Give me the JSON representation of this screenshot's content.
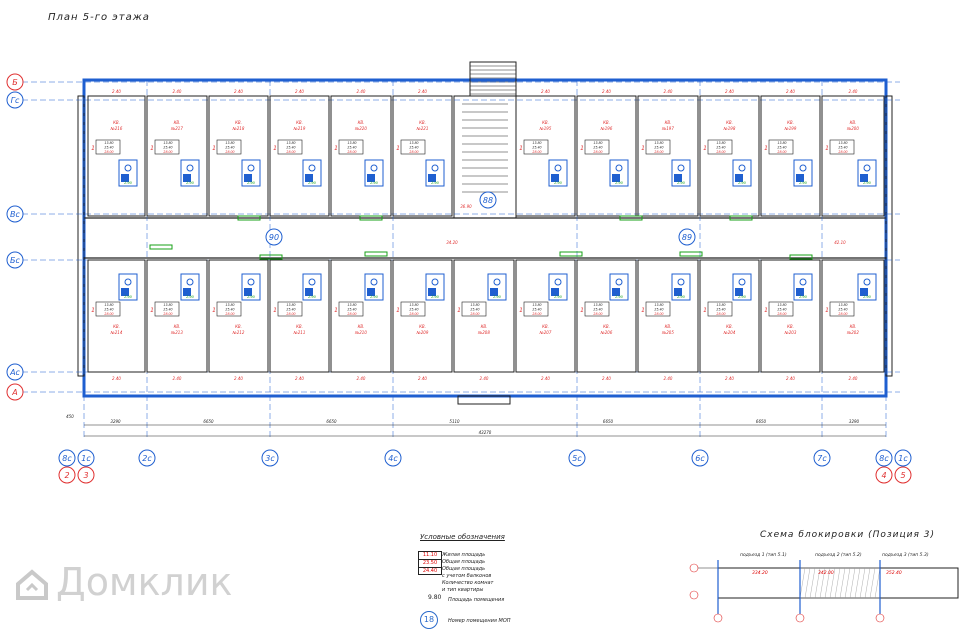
{
  "title": "План 5-го этажа",
  "axes_letters": [
    "Б",
    "Гс",
    "Вс",
    "Бс",
    "Ас",
    "А"
  ],
  "axes_numbers_top": [
    "8с",
    "1с",
    "2с",
    "3с",
    "4с",
    "5с",
    "6с",
    "7с",
    "8с",
    "1с"
  ],
  "axes_numbers_red": [
    "2",
    "3",
    "4",
    "5"
  ],
  "dimension_total": "43270",
  "dimension_segments": [
    "3290",
    "6650",
    "6650",
    "5110",
    "6650",
    "6650",
    "3290"
  ],
  "left_dim": "450",
  "mop_numbers": [
    "88",
    "90",
    "89"
  ],
  "corridor_areas": [
    "36.90",
    "34.20",
    "42.10"
  ],
  "apartments_top": [
    {
      "num": "№216",
      "rooms": "1"
    },
    {
      "num": "№217",
      "rooms": "1"
    },
    {
      "num": "№218",
      "rooms": "1"
    },
    {
      "num": "№219",
      "rooms": "1"
    },
    {
      "num": "№220",
      "rooms": "1"
    },
    {
      "num": "№221",
      "rooms": "1"
    },
    {
      "num": "№195",
      "rooms": "1"
    },
    {
      "num": "№196",
      "rooms": "1"
    },
    {
      "num": "№197",
      "rooms": "1"
    },
    {
      "num": "№198",
      "rooms": "1"
    },
    {
      "num": "№199",
      "rooms": "1"
    },
    {
      "num": "№200",
      "rooms": "1"
    }
  ],
  "apartments_bottom": [
    {
      "num": "№214",
      "rooms": "1"
    },
    {
      "num": "№213",
      "rooms": "1"
    },
    {
      "num": "№212",
      "rooms": "1"
    },
    {
      "num": "№211",
      "rooms": "1"
    },
    {
      "num": "№210",
      "rooms": "1"
    },
    {
      "num": "№209",
      "rooms": "1"
    },
    {
      "num": "№208",
      "rooms": "1"
    },
    {
      "num": "№207",
      "rooms": "1"
    },
    {
      "num": "№206",
      "rooms": "1"
    },
    {
      "num": "№205",
      "rooms": "1"
    },
    {
      "num": "№204",
      "rooms": "1"
    },
    {
      "num": "№203",
      "rooms": "1"
    },
    {
      "num": "№202",
      "rooms": "1"
    }
  ],
  "apt_label": "КВ.",
  "apt_areas": [
    "13.80",
    "25.40",
    "28.00"
  ],
  "bath_area": "2.90",
  "balcony_area": "2.40",
  "legend": {
    "title": "Условные обозначения",
    "box_values": [
      "11.10",
      "23.50",
      "24.40"
    ],
    "lines": [
      "Жилая площадь",
      "Общая площадь",
      "Общая площадь",
      "с учетом балконов",
      "Количество комнат",
      "и тип квартиры"
    ],
    "area_num": "9.80",
    "area_label": "Площадь помещения",
    "mop_num": "18",
    "mop_label": "Номер помещения МОП"
  },
  "scheme": {
    "title": "Схема блокировки (Позиция 3)",
    "sections": [
      "подъезд 1 (тип 5.1)",
      "подъезд 2 (тип 5.2)",
      "подъезд 3 (тип 5.3)"
    ],
    "areas": [
      "334.20",
      "342.00",
      "352.40"
    ]
  },
  "watermark": "Домклик",
  "colors": {
    "wall": "#1f5fd0",
    "red": "#e03030",
    "green": "#17a017",
    "dark": "#222222"
  }
}
